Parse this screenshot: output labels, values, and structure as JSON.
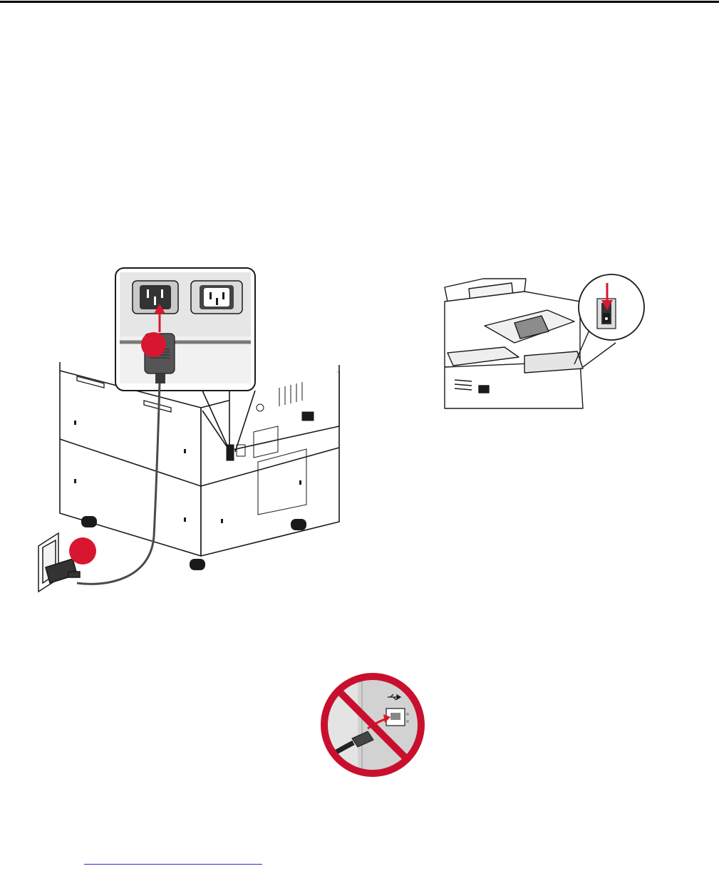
{
  "page": {
    "figures": [
      {
        "id": "power-cord-figure",
        "icon": "printer-power-cord-illustration"
      },
      {
        "id": "power-switch-figure",
        "icon": "printer-power-switch-illustration"
      },
      {
        "id": "usb-prohibited-figure",
        "icon": "no-usb-connection-illustration"
      }
    ],
    "colors": {
      "callout_red": "#d9162f",
      "prohibit_red": "#c8102e",
      "link_blue": "#2a2ae0",
      "outline": "#1a1a1a"
    }
  }
}
